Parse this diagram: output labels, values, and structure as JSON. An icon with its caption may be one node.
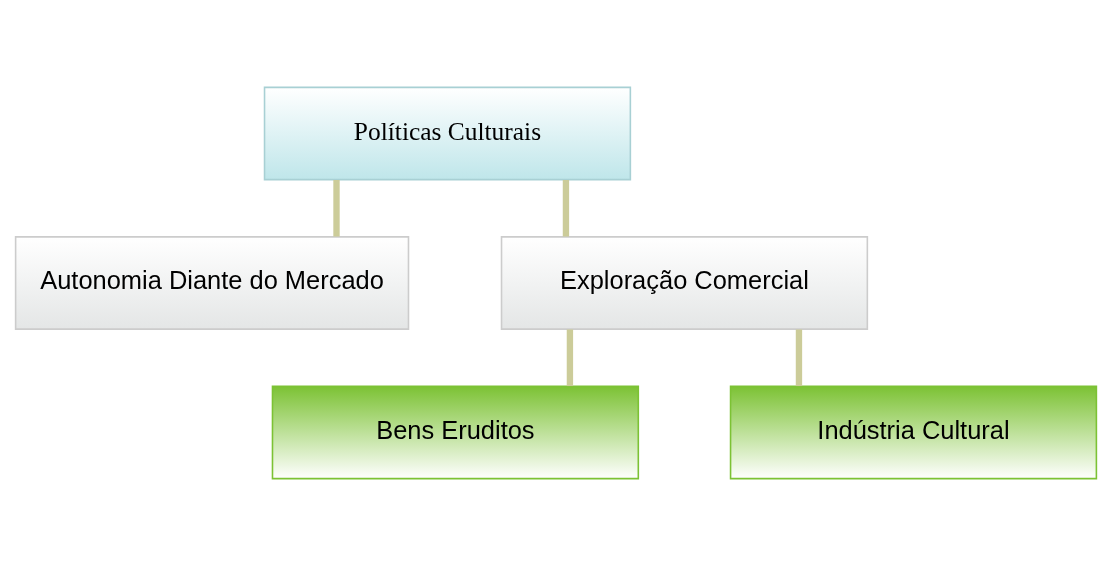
{
  "diagram": {
    "nodes": [
      {
        "text": [
          "Políticas Culturais"
        ]
      },
      {
        "text": [
          "Autonomia Diante do Mercado"
        ]
      },
      {
        "text": [
          "Exploração Comercial"
        ]
      },
      {
        "text": [
          "Bens Eruditos"
        ]
      },
      {
        "text": [
          "Indústria Cultural"
        ]
      }
    ],
    "edges": [
      {
        "from": 0,
        "to": 1,
        "arrow": "none"
      },
      {
        "from": 0,
        "to": 2,
        "arrow": "none"
      },
      {
        "from": 2,
        "to": 3,
        "arrow": "none"
      },
      {
        "from": 2,
        "to": 4,
        "arrow": "none"
      }
    ]
  }
}
